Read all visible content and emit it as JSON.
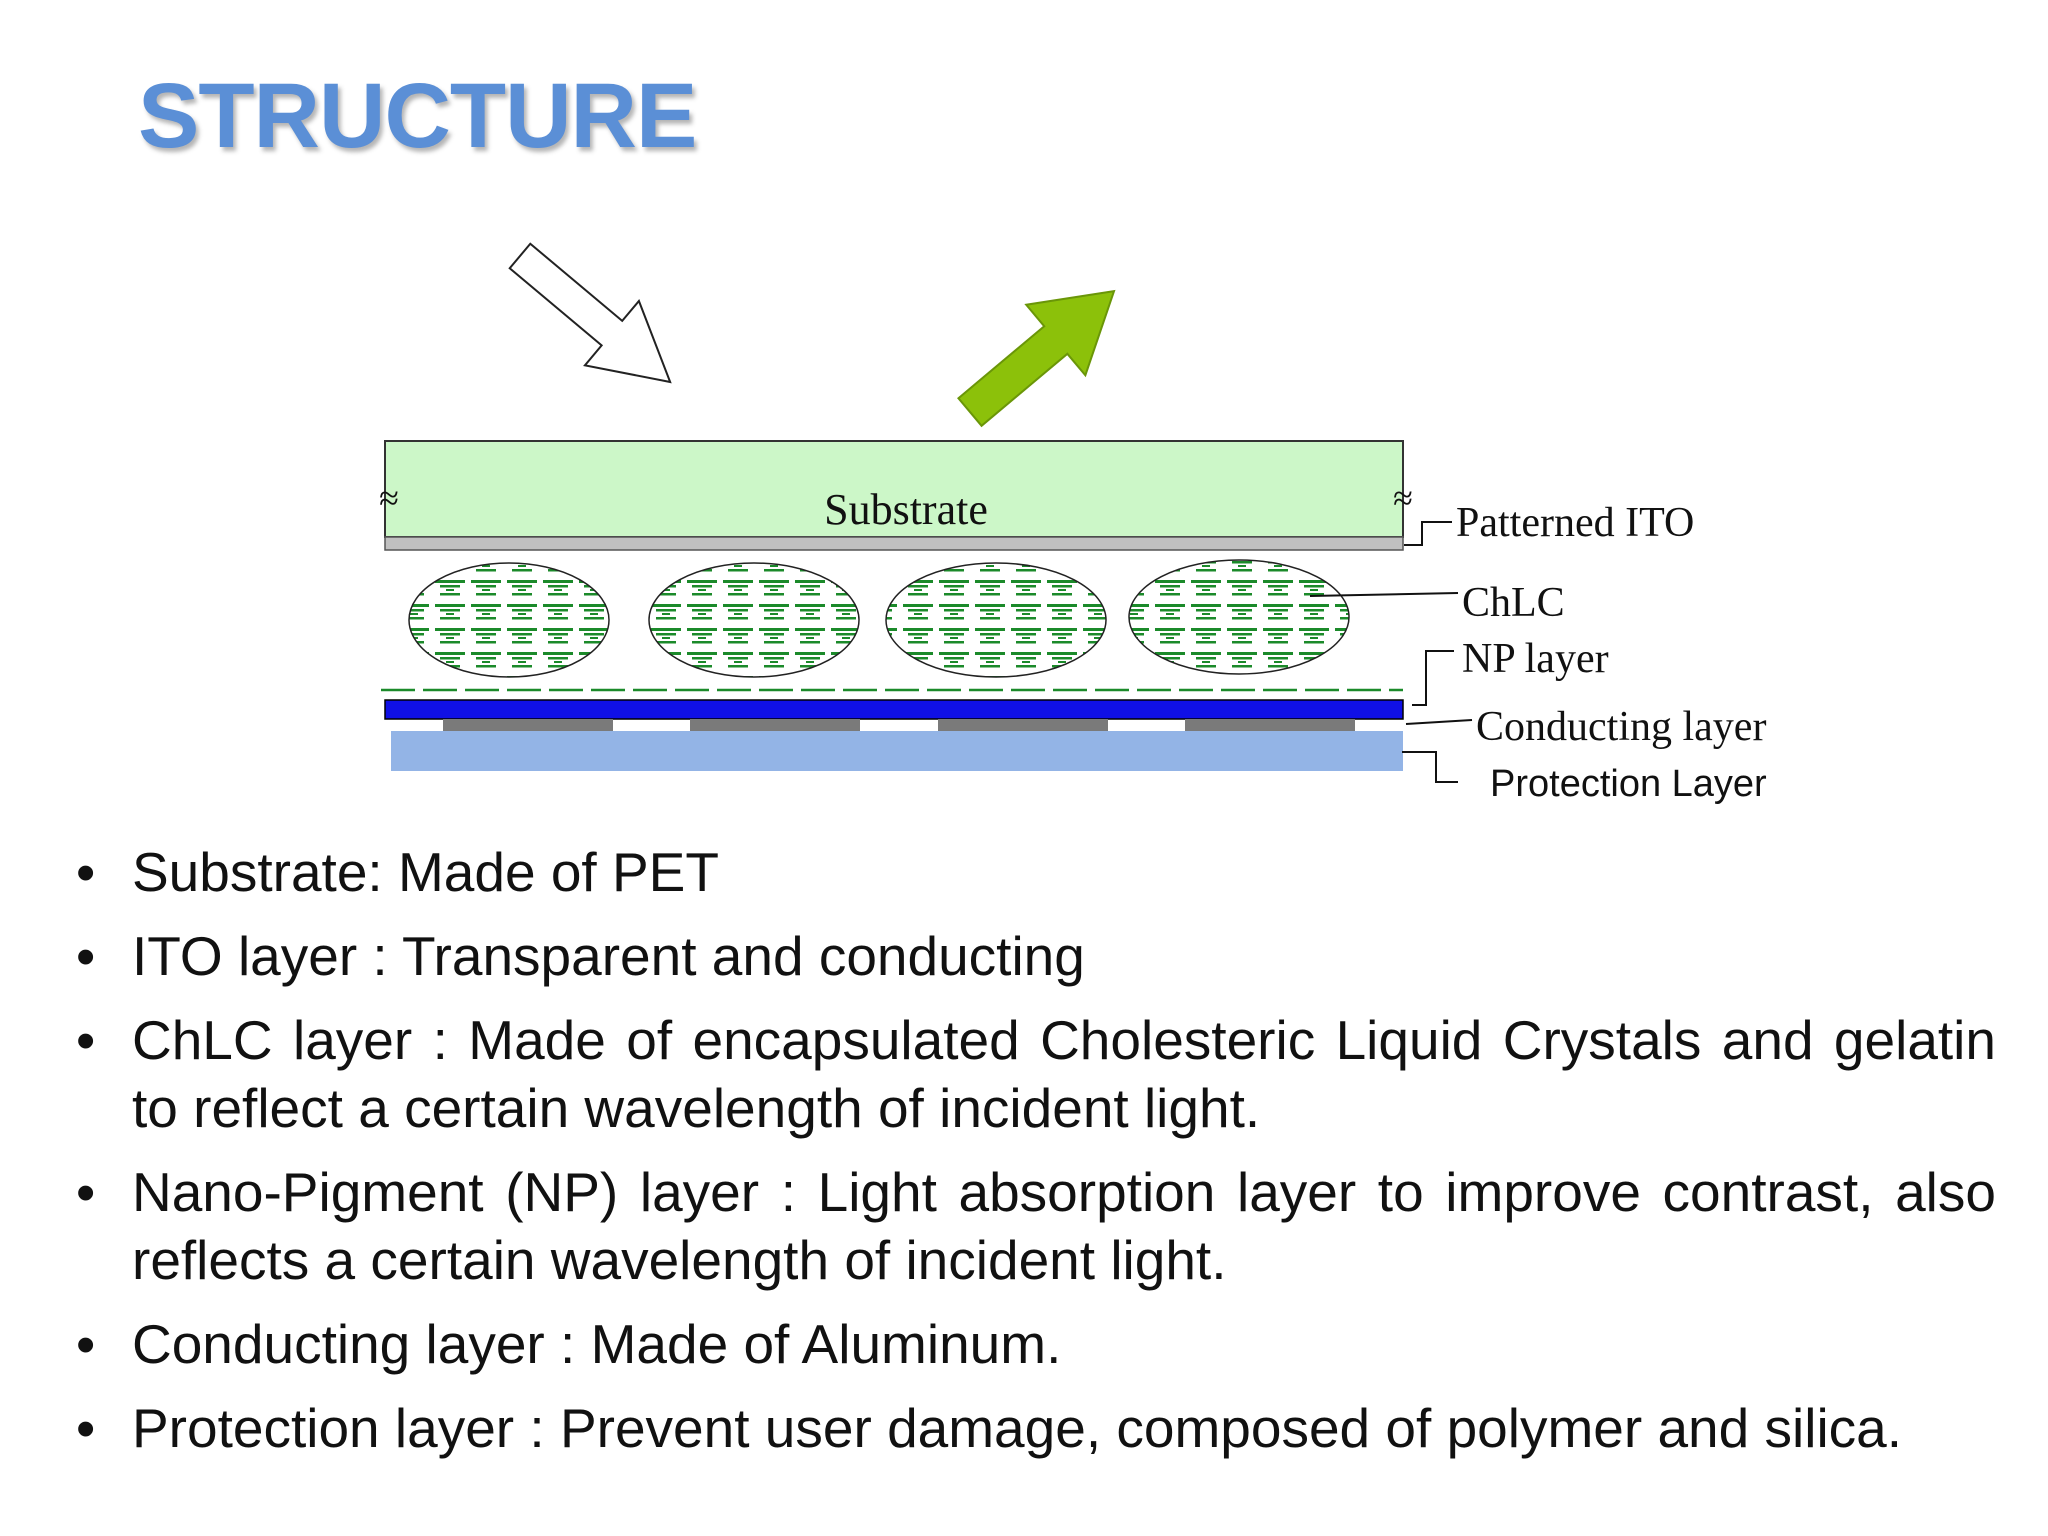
{
  "title": "STRUCTURE",
  "diagram": {
    "substrate_label": "Substrate",
    "break_mark": "≈",
    "labels": {
      "patterned_ito": "Patterned ITO",
      "chlc": "ChLC",
      "np_layer": "NP layer",
      "conducting_layer": "Conducting layer",
      "protection_layer": "Protection Layer"
    },
    "colors": {
      "substrate": "#ccf7c8",
      "ito": "#c0c0c0",
      "chlc_mark": "#1b8a2a",
      "np_layer": "#1010e6",
      "conducting": "#7a7a7a",
      "protection": "#93b4e6",
      "reflected_arrow": "#8cc10a"
    },
    "icons": [
      "incident-light-arrow-icon",
      "reflected-light-arrow-icon"
    ]
  },
  "bullet_glyph": "•",
  "bullets": [
    "Substrate: Made of PET",
    "ITO layer : Transparent and conducting",
    "ChLC layer : Made of encapsulated Cholesteric Liquid Crystals and gelatin to reflect a certain wavelength of incident light.",
    "Nano-Pigment (NP) layer : Light absorption layer to improve contrast, also reflects a certain wavelength of incident light.",
    "Conducting layer : Made of Aluminum.",
    "Protection layer : Prevent user damage, composed of polymer and silica."
  ]
}
